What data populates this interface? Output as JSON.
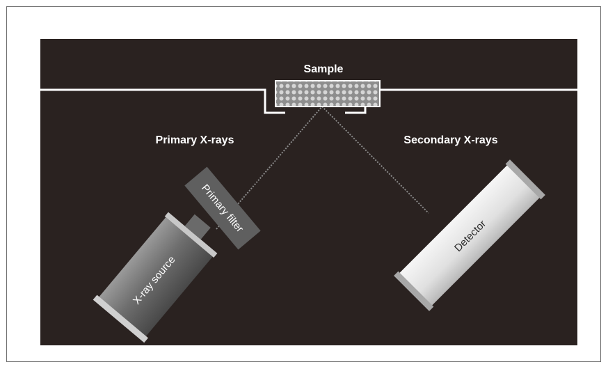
{
  "diagram": {
    "labels": {
      "sample": "Sample",
      "primary_xrays": "Primary X-rays",
      "secondary_xrays": "Secondary X-rays",
      "primary_filter": "Primary filter",
      "xray_source": "X-ray source",
      "detector": "Detector"
    },
    "colors": {
      "background": "#2a2220",
      "stage_line": "#ffffff",
      "beam": "#8a8a8a",
      "filter": "#5f5f5f",
      "source_body": "#6e6e6e",
      "detector_body": "#e4e4e4"
    }
  }
}
